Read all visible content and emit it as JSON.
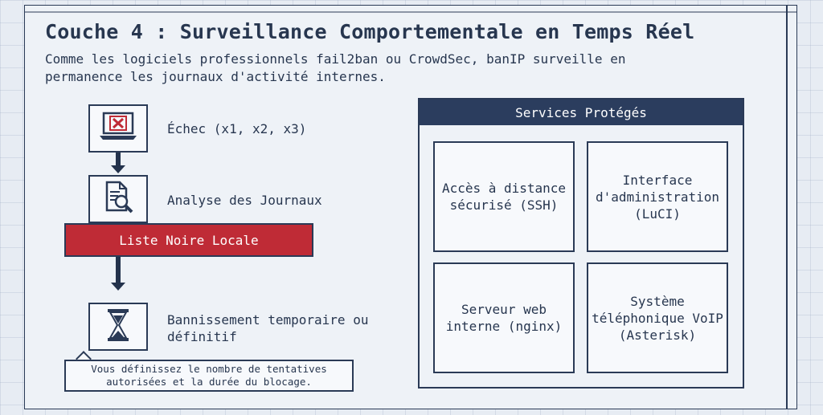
{
  "title": "Couche 4 : Surveillance Comportementale en Temps Réel",
  "subtitle": "Comme les logiciels professionnels fail2ban ou CrowdSec, banIP surveille en permanence les journaux d'activité internes.",
  "flow": {
    "steps": [
      {
        "label": "Échec (x1, x2, x3)",
        "icon": "laptop-x-icon"
      },
      {
        "label": "Analyse des Journaux",
        "icon": "document-magnifier-icon"
      },
      {
        "label": "Bannissement temporaire ou définitif",
        "icon": "hourglass-icon"
      }
    ],
    "blacklist_label": "Liste Noire Locale",
    "note": "Vous définissez le nombre de tentatives autorisées et la durée du blocage."
  },
  "services": {
    "header": "Services Protégés",
    "items": [
      "Accès à distance sécurisé (SSH)",
      "Interface d'administration (LuCI)",
      "Serveur web interne (nginx)",
      "Système téléphonique VoIP (Asterisk)"
    ]
  },
  "colors": {
    "navy": "#2b3d5e",
    "accent_red": "#bf2b36",
    "paper": "#eef2f7"
  }
}
